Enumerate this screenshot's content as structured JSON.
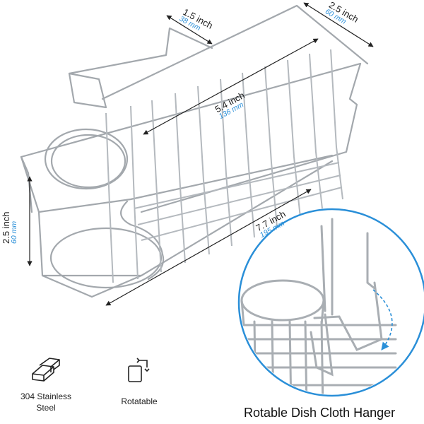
{
  "dimensions": {
    "depth_top": {
      "inch": "1.5 inch",
      "mm": "38 mm"
    },
    "width_right": {
      "inch": "2.5 inch",
      "mm": "60 mm"
    },
    "inner_length": {
      "inch": "5.4 inch",
      "mm": "136 mm"
    },
    "height_left": {
      "inch": "2.5 inch",
      "mm": "60 mm"
    },
    "overall_length": {
      "inch": "7.7 inch",
      "mm": "195 mm"
    }
  },
  "features": [
    {
      "icon": "steel-bars-icon",
      "label": "304 Stainless Steel"
    },
    {
      "icon": "rotate-icon",
      "label": "Rotatable"
    }
  ],
  "caption": "Rotable Dish Cloth Hanger",
  "colors": {
    "accent": "#2a8fd8",
    "metal": "#9aa0a6",
    "inset_border": "#2a8fd8"
  }
}
